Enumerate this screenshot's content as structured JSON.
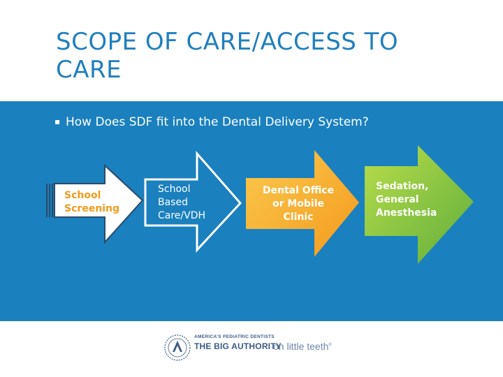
{
  "slide": {
    "title": "SCOPE OF CARE/ACCESS TO CARE",
    "bullet": "How Does SDF fit into the Dental Delivery System?",
    "bullet_marker": "▪"
  },
  "flow": {
    "stages": [
      {
        "lines": [
          "School",
          "Screening"
        ],
        "text_color": "#f39a1d",
        "fill": "#ffffff"
      },
      {
        "lines": [
          "School",
          "Based",
          "Care/VDH"
        ],
        "text_color": "#ffffff",
        "fill": "#1a80be"
      },
      {
        "lines": [
          "Dental Office",
          "or Mobile",
          "Clinic"
        ],
        "text_color": "#ffffff",
        "fill": "#f7a81b"
      },
      {
        "lines": [
          "Sedation,",
          "General",
          "Anesthesia"
        ],
        "text_color": "#ffffff",
        "fill": "#7cc242"
      }
    ]
  },
  "footer": {
    "org_small": "AMERICA'S PEDIATRIC DENTISTS",
    "org_big": "THE BIG AUTHORITY",
    "org_light": "on little teeth",
    "trademark": "®"
  },
  "colors": {
    "title": "#1f7fbf",
    "band": "#1a80be",
    "orange": "#f7a81b",
    "green": "#7cc242",
    "logo": "#3a5a87"
  }
}
